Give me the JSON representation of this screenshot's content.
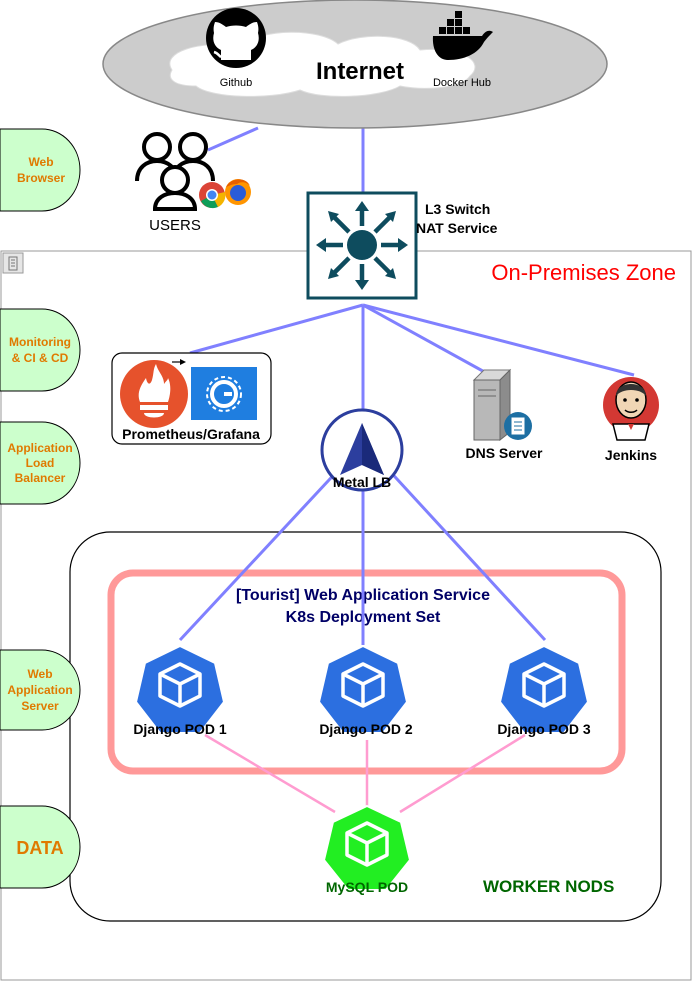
{
  "internet": {
    "title": "Internet",
    "github": "Github",
    "dockerhub": "Docker Hub"
  },
  "users": {
    "label": "USERS"
  },
  "switch": {
    "line1": "L3 Switch",
    "line2": "NAT Service"
  },
  "zone": {
    "title": "On-Premises Zone"
  },
  "side_tabs": {
    "web_browser": [
      "Web",
      "Browser"
    ],
    "monitoring": [
      "Monitoring",
      "& CI & CD"
    ],
    "alb": [
      "Application",
      "Load",
      "Balancer"
    ],
    "web_app_server": [
      "Web",
      "Application",
      "Server"
    ],
    "data": "DATA"
  },
  "monitoring": {
    "label": "Prometheus/Grafana"
  },
  "dns": {
    "label": "DNS Server"
  },
  "jenkins": {
    "label": "Jenkins"
  },
  "metallb": {
    "label": "Metal LB"
  },
  "service": {
    "line1": "[Tourist] Web Application Service",
    "line2": "K8s Deployment Set"
  },
  "pods": [
    "Django POD 1",
    "Django POD 2",
    "Django POD 3"
  ],
  "mysql": {
    "label": "MySQL POD"
  },
  "worker": {
    "label": "WORKER NODS"
  },
  "colors": {
    "link": "#8080ff",
    "db_link": "#ff9cd0",
    "pod": "#2c6fe0",
    "mysql": "#22ee22",
    "tab_fill": "#ccffcc",
    "tab_text": "#e07a00",
    "zone_title": "#ff0000",
    "service_border": "#ff9999",
    "service_text": "#000066",
    "worker_text": "#006600",
    "switch": "#0e4c5e"
  }
}
